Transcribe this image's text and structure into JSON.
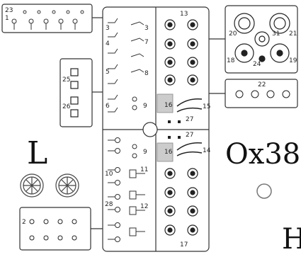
{
  "sheet": {
    "big_letter_left": "L",
    "big_text_right": "Ox38",
    "big_letter_bottom": "H"
  },
  "labels": {
    "p1": "1",
    "p2": "2",
    "p3": "3",
    "p4": "4",
    "p5": "5",
    "p6": "6",
    "p7": "7",
    "p8": "8",
    "p9": "9",
    "p10": "10",
    "p11": "11",
    "p12": "12",
    "p13": "13",
    "p14": "14",
    "p15": "15",
    "p16": "16",
    "p17": "17",
    "p18": "18",
    "p19": "19",
    "p20": "20",
    "p21": "21",
    "p22": "22",
    "p23": "23",
    "p24": "24",
    "p25": "25",
    "p26": "26",
    "p27": "27",
    "p28": "28",
    "p31": "31"
  }
}
